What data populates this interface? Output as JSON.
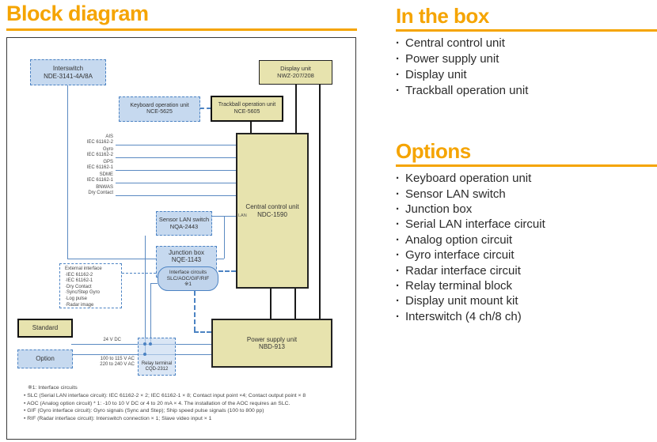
{
  "page": {
    "title": "Block diagram",
    "accent_color": "#F5A400"
  },
  "right": {
    "in_the_box": {
      "title": "In the box",
      "items": [
        "Central control unit",
        "Power supply unit",
        "Display unit",
        "Trackball operation unit"
      ]
    },
    "options": {
      "title": "Options",
      "items": [
        "Keyboard operation unit",
        "Sensor LAN switch",
        "Junction box",
        "Serial LAN interface circuit",
        "Analog option circuit",
        "Gyro interface circuit",
        "Radar interface circuit",
        "Relay terminal block",
        "Display unit mount kit",
        "Interswitch (4 ch/8 ch)"
      ]
    }
  },
  "diagram": {
    "boxes": {
      "interswitch": {
        "name": "Interswitch",
        "model": "NDE-3141-4A/8A"
      },
      "display": {
        "name": "Display unit",
        "model": "NWZ-207/208"
      },
      "keyboard": {
        "name": "Keyboard operation unit",
        "model": "NCE-5625"
      },
      "trackball": {
        "name": "Trackball operation unit",
        "model": "NCE-5605"
      },
      "ccu": {
        "name": "Central control unit",
        "model": "NDC-1590",
        "port_label": "LAN"
      },
      "sensor_lan": {
        "name": "Sensor LAN switch",
        "model": "NQA-2443"
      },
      "junction": {
        "name": "Junction box",
        "model": "NQE-1143"
      },
      "interface_circuits": {
        "line1": "Interface circuits",
        "line2": "SLC/AOC/GIF/RIF",
        "line3": "※1"
      },
      "psu": {
        "name": "Power supply unit",
        "model": "NBD-913"
      },
      "relay": {
        "name": "Relay terminal",
        "model": "CQD-2312"
      }
    },
    "external_interface": {
      "title": "External interface",
      "items": [
        "·IEC 61162-2",
        "·IEC 61162-1",
        "·Dry Contact",
        "·Sync/Step Gyro",
        "·Log pulse",
        "·Radar image"
      ]
    },
    "signals": [
      {
        "name": "AIS",
        "spec": "IEC 61162-2"
      },
      {
        "name": "Gyro",
        "spec": "IEC 61162-2"
      },
      {
        "name": "GPS",
        "spec": "IEC 61162-1"
      },
      {
        "name": "SDME",
        "spec": "IEC 61162-1"
      },
      {
        "name": "BNWAS",
        "spec": "Dry Contact"
      }
    ],
    "power_labels": {
      "dc": "24 V DC",
      "ac1": "100 to 115 V AC",
      "ac2": "220 to 240 V AC"
    },
    "legend": {
      "standard": "Standard",
      "option": "Option"
    },
    "footnotes": [
      "※1: Interface circuits",
      "• SLC (Serial LAN interface circuit): IEC 61162-2 × 2; IEC 61162-1 × 8; Contact input point ×4; Contact output point × 8",
      "• AOC (Analog option circuit) * 1: -10 to 10 V DC or 4 to 20 mA × 4. The installation of the AOC requires an SLC.",
      "• GIF (Gyro interface circuit): Gyro signals (Sync and Step); Ship speed pulse signals (100 to 800 pp)",
      "• RIF (Radar interface circuit): Interswitch connection × 1; Slave video input × 1"
    ]
  }
}
